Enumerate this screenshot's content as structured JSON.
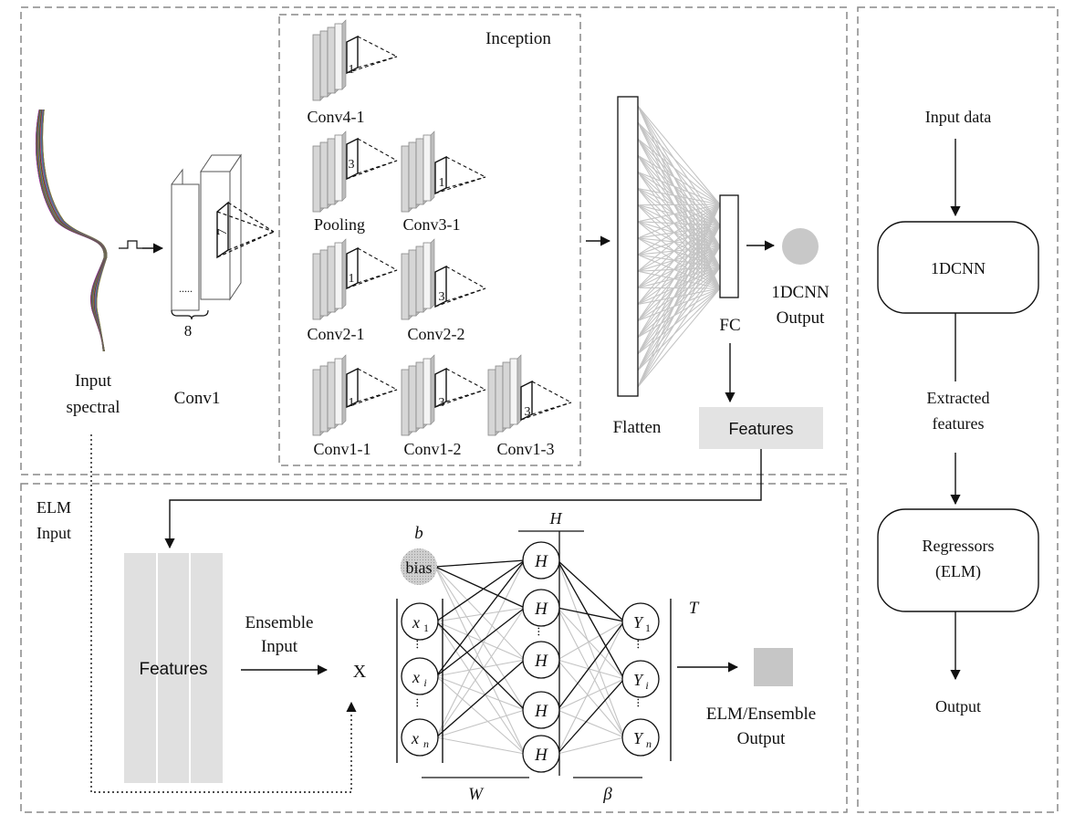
{
  "cnn": {
    "input_label_1": "Input",
    "input_label_2": "spectral",
    "conv1_label": "Conv1",
    "conv1_count": "8",
    "inception_label": "Inception",
    "flatten_label": "Flatten",
    "fc_label": "FC",
    "output_label_1": "1DCNN",
    "output_label_2": "Output",
    "features_label": "Features",
    "kernel_labels": {
      "conv1": "7",
      "conv4_1": "1",
      "pool": "3",
      "conv3_1": "1",
      "conv2_1": "1",
      "conv2_2": "3",
      "conv1_1": "1",
      "conv1_2": "3",
      "conv1_3": "3"
    },
    "blocks": [
      {
        "label": "Conv4-1"
      },
      {
        "label": "Pooling"
      },
      {
        "label": "Conv3-1"
      },
      {
        "label": "Conv2-1"
      },
      {
        "label": "Conv2-2"
      },
      {
        "label": "Conv1-1"
      },
      {
        "label": "Conv1-2"
      },
      {
        "label": "Conv1-3"
      }
    ]
  },
  "elm": {
    "input_label_1": "ELM",
    "input_label_2": "Input",
    "features_label": "Features",
    "ensemble_label_1": "Ensemble",
    "ensemble_label_2": "Input",
    "x_label": "X",
    "b_label": "b",
    "bias_label": "bias",
    "h_top_label": "H",
    "hidden_node_label": "H",
    "inputs": [
      {
        "base": "x",
        "sub": "1"
      },
      {
        "base": "x",
        "sub": "i"
      },
      {
        "base": "x",
        "sub": "n"
      }
    ],
    "outputs": [
      {
        "base": "Y",
        "sub": "1"
      },
      {
        "base": "Y",
        "sub": "i"
      },
      {
        "base": "Y",
        "sub": "n"
      }
    ],
    "t_label": "T",
    "w_label": "W",
    "beta_label": "β",
    "output_label_1": "ELM/Ensemble",
    "output_label_2": "Output"
  },
  "flow": {
    "input_data": "Input data",
    "cnn": "1DCNN",
    "extracted_1": "Extracted",
    "extracted_2": "features",
    "regressors_1": "Regressors",
    "regressors_2": "(ELM)",
    "output": "Output"
  },
  "spectral_colors": [
    "#8e2a8a",
    "#2c7a3c",
    "#b34a2a",
    "#2a5fa8",
    "#9a8a20",
    "#3a3a3a",
    "#c2407a",
    "#2a8f8f",
    "#6a4a9a",
    "#7a7a2a"
  ]
}
